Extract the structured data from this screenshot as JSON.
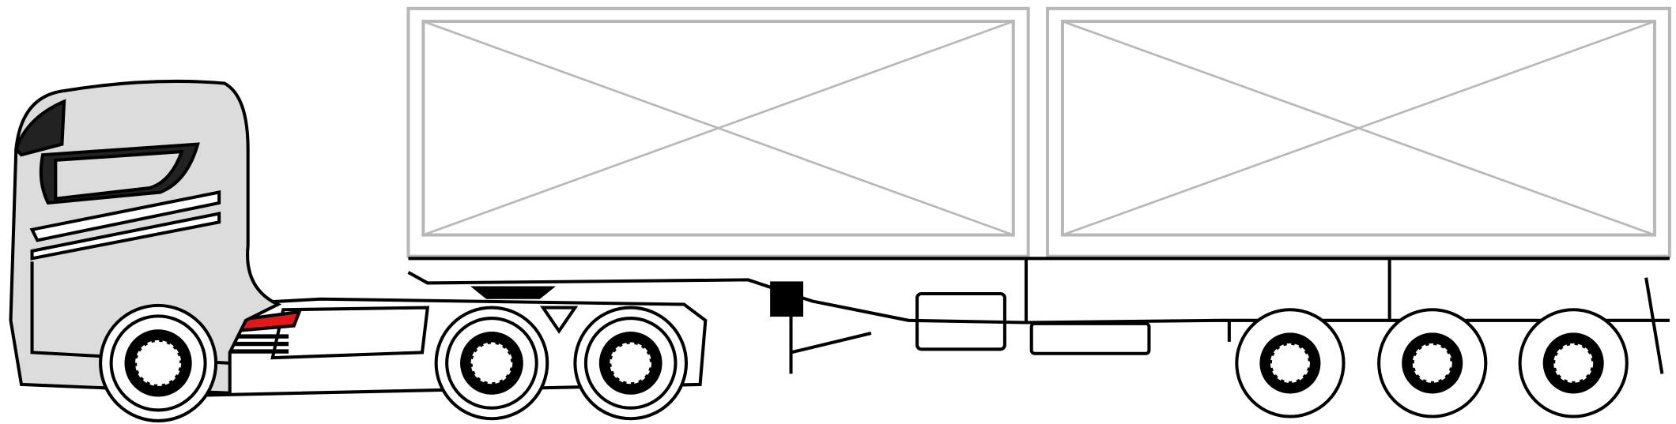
{
  "illustration": {
    "subject": "tractor-unit-with-container-semitrailer",
    "colors": {
      "outline": "#000000",
      "container": "#b8b8b8",
      "cab_fill": "#dcdcdc",
      "accent": "#e01818",
      "background": "#ffffff"
    },
    "tractor_wheels": [
      148,
      460,
      590
    ],
    "trailer_wheels": [
      1207,
      1340,
      1472
    ],
    "containers": 2
  }
}
